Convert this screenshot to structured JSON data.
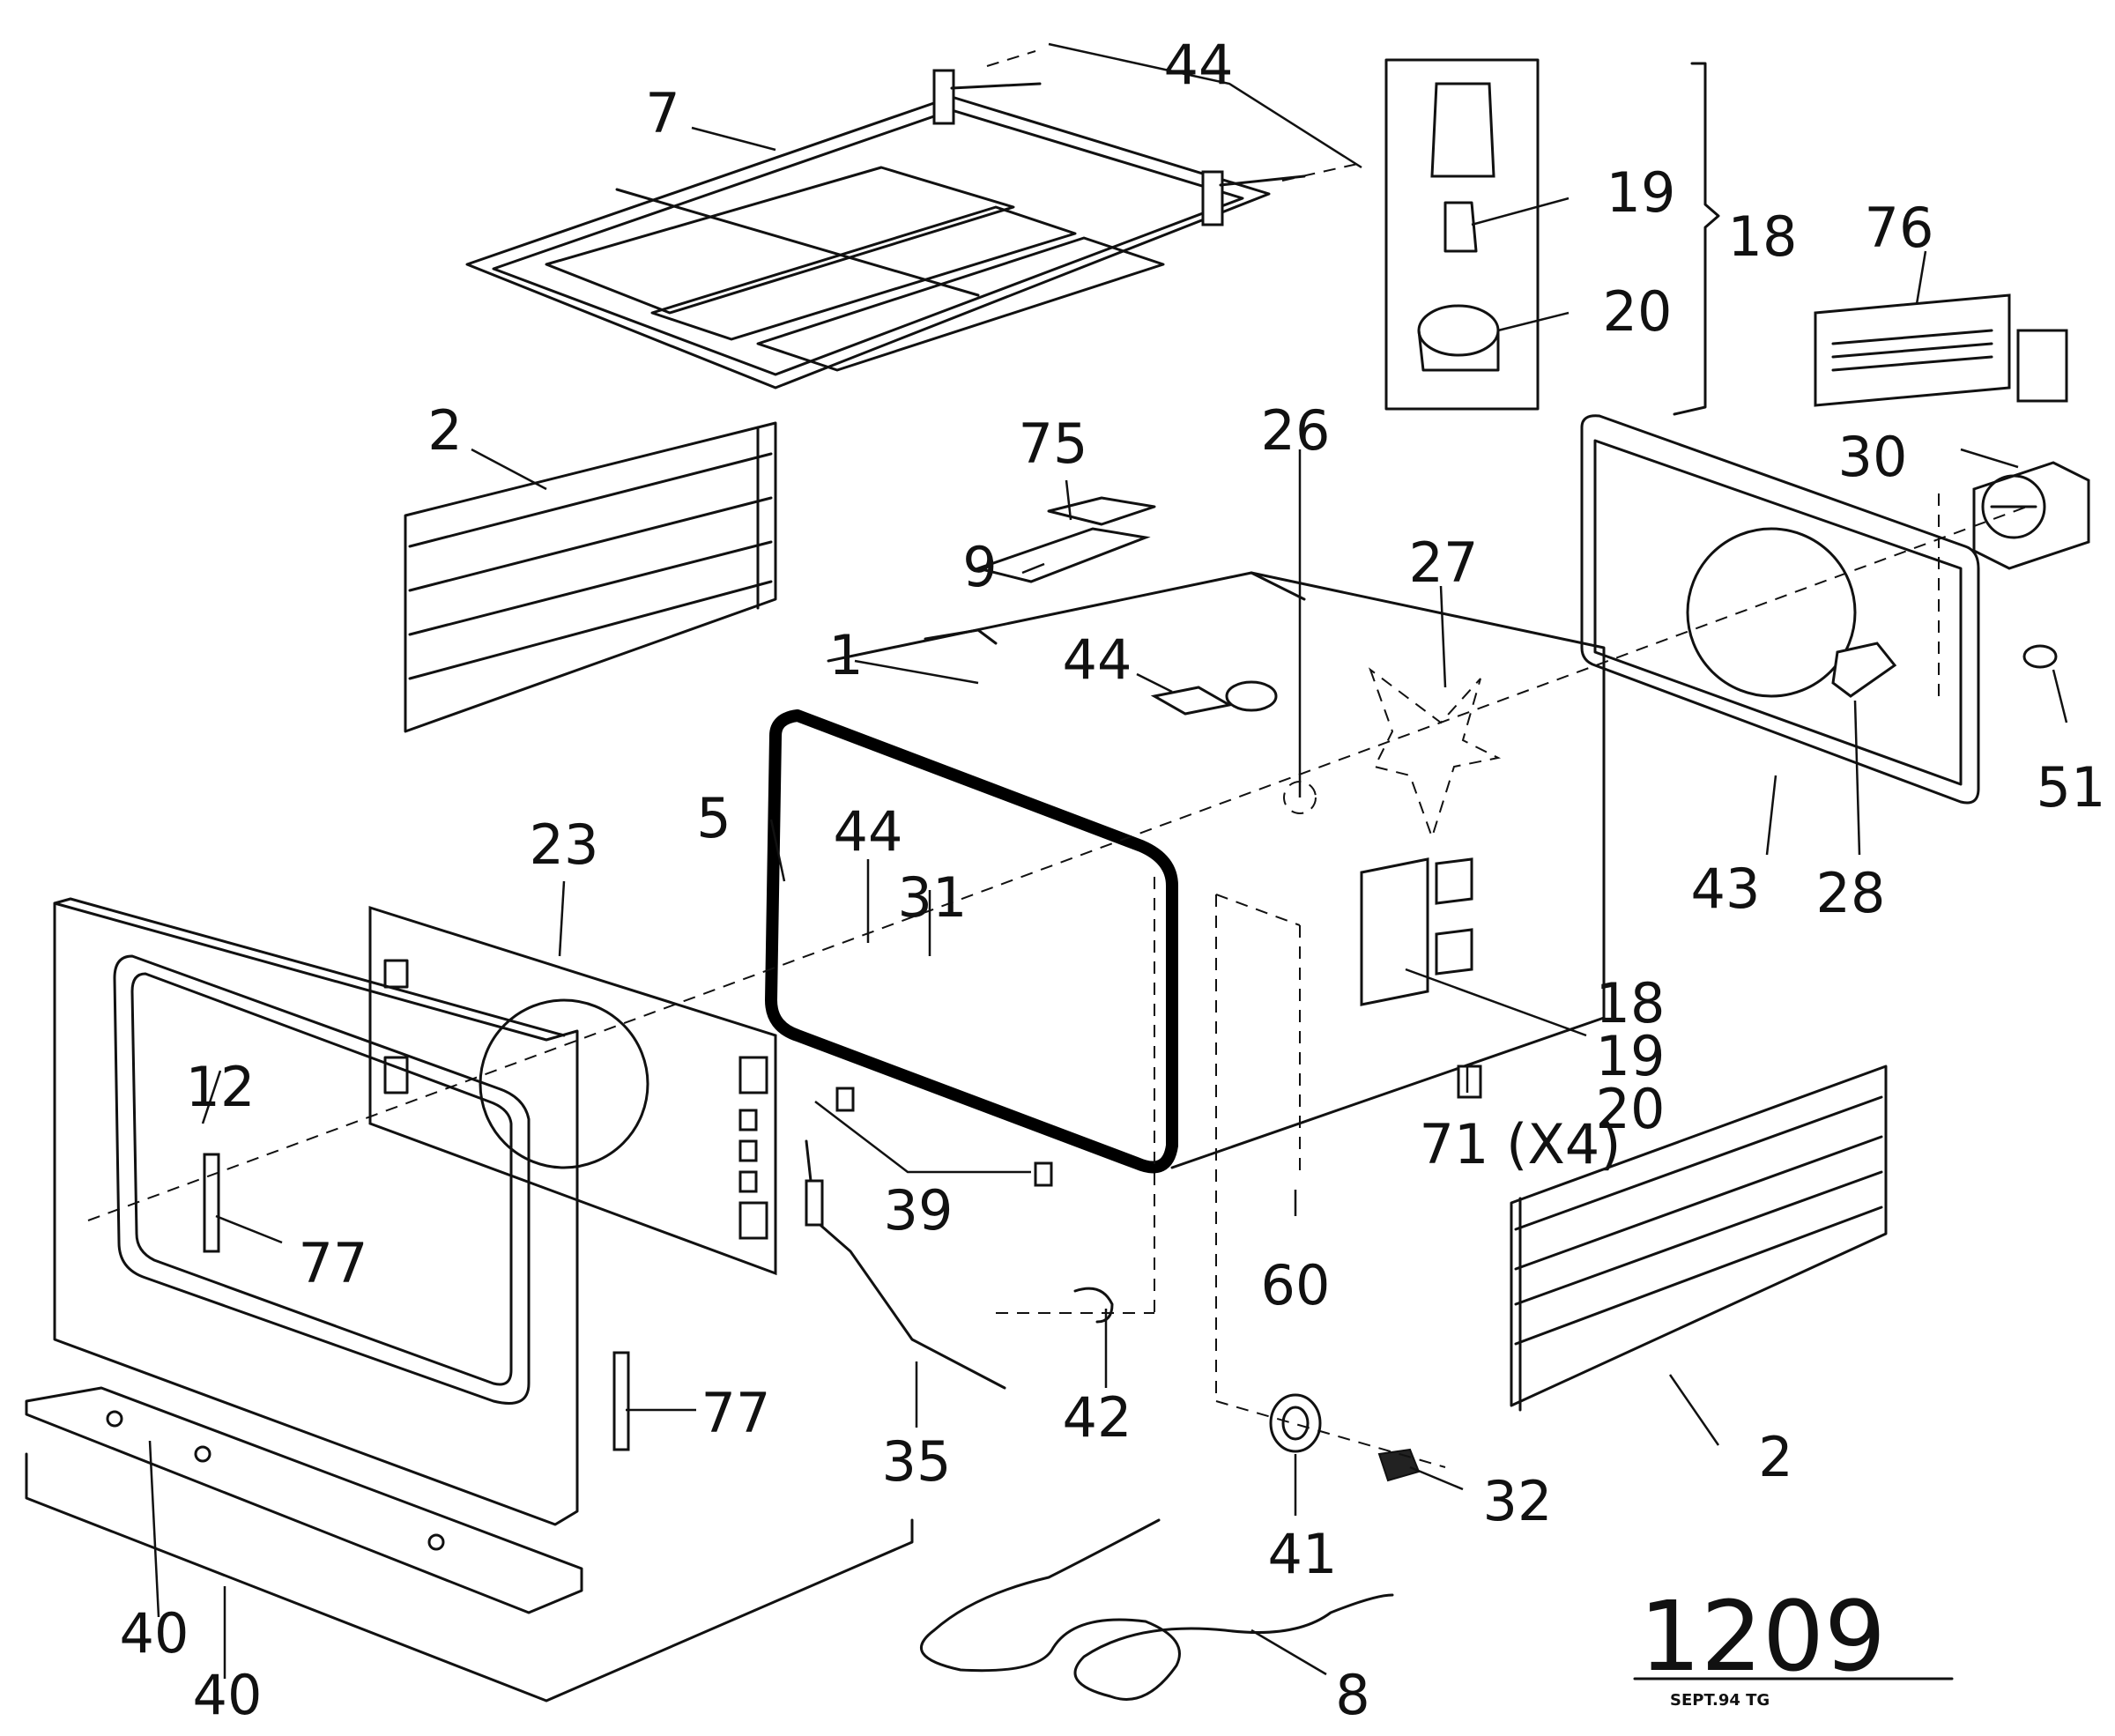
{
  "labels": {
    "p44_top": "44",
    "p7": "7",
    "p19_top": "19",
    "p18_top": "18",
    "p20_top": "20",
    "p76": "76",
    "p2_left": "2",
    "p75": "75",
    "p26": "26",
    "p30": "30",
    "p9": "9",
    "p27": "27",
    "p1": "1",
    "p44_mid": "44",
    "p5": "5",
    "p44_low": "44",
    "p31": "31",
    "p23": "23",
    "p51": "51",
    "p43": "43",
    "p28": "28",
    "p18_mid": "18",
    "p19_mid": "19",
    "p20_mid": "20",
    "p12": "12",
    "p71": "71 (X4)",
    "p39": "39",
    "p77_left": "77",
    "p60": "60",
    "p2_right": "2",
    "p77_right": "77",
    "p35": "35",
    "p42": "42",
    "p41": "41",
    "p32": "32",
    "p40_a": "40",
    "p40_b": "40",
    "p8": "8"
  },
  "drawing_number": "1209",
  "drawing_date": "SEPT.94 TG"
}
